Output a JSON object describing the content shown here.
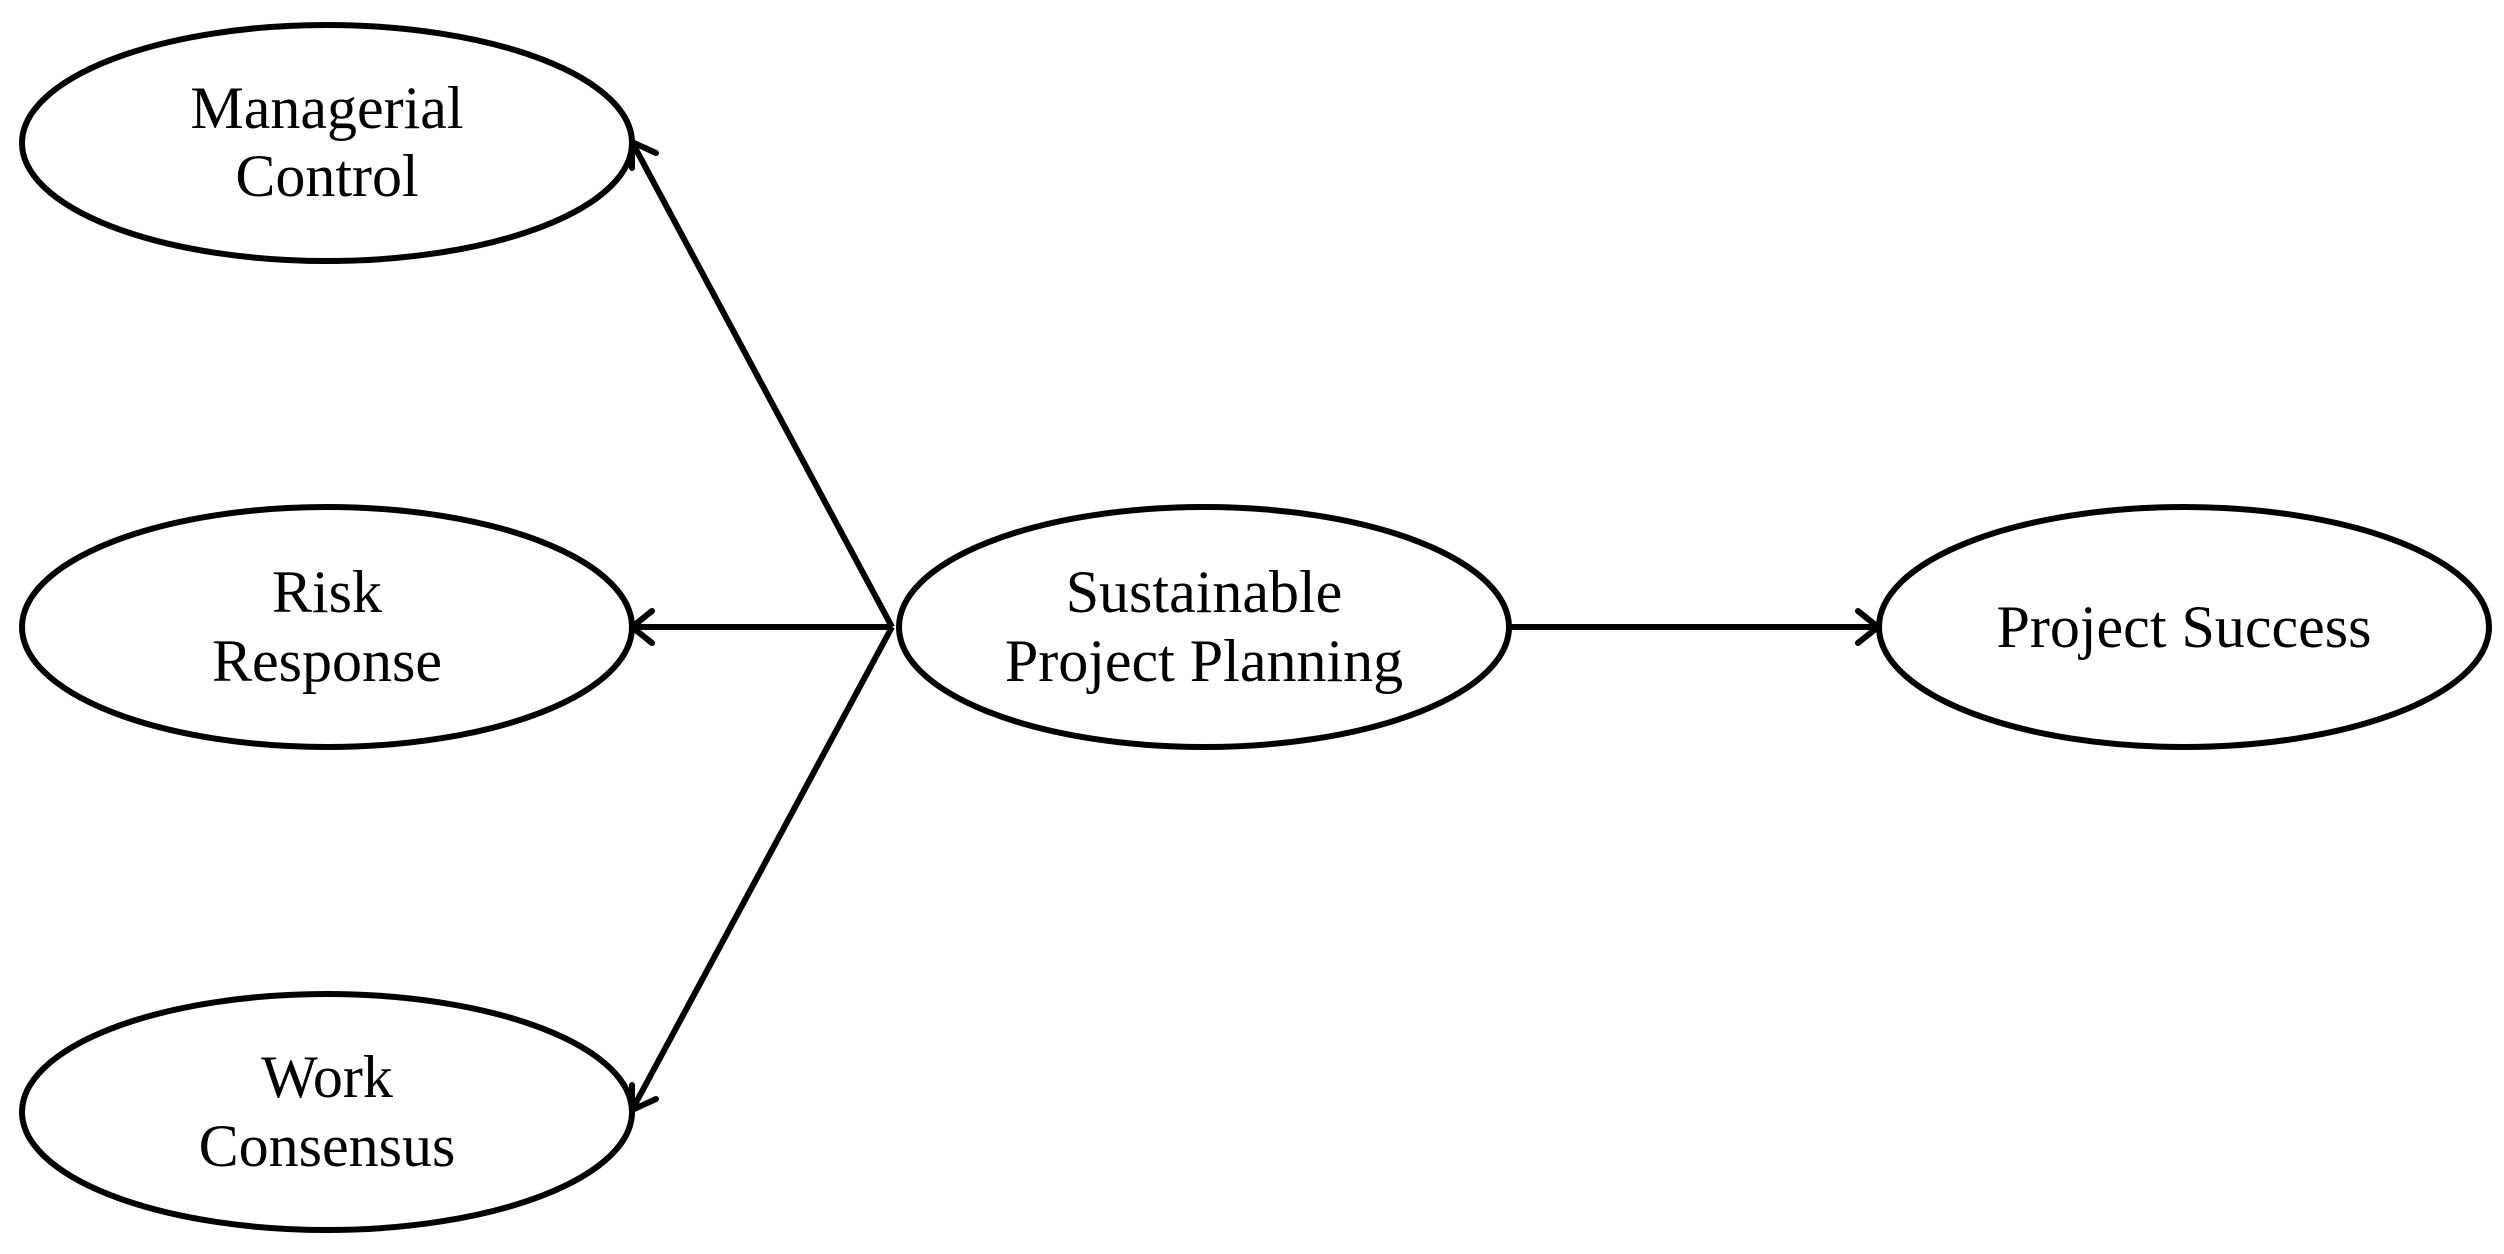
{
  "nodes": {
    "managerial_control": {
      "line1": "Managerial",
      "line2": "Control"
    },
    "risk_response": {
      "line1": "Risk",
      "line2": "Response"
    },
    "work_consensus": {
      "line1": "Work",
      "line2": "Consensus"
    },
    "sustainable_project_planning": {
      "line1": "Sustainable",
      "line2": "Project Planning"
    },
    "project_success": {
      "line1": "Project Success"
    }
  },
  "edges": [
    {
      "from": "sustainable_project_planning",
      "to": "managerial_control"
    },
    {
      "from": "sustainable_project_planning",
      "to": "risk_response"
    },
    {
      "from": "sustainable_project_planning",
      "to": "work_consensus"
    },
    {
      "from": "sustainable_project_planning",
      "to": "project_success"
    }
  ],
  "colors": {
    "stroke": "#000000",
    "fill": "#ffffff",
    "text": "#000000"
  }
}
